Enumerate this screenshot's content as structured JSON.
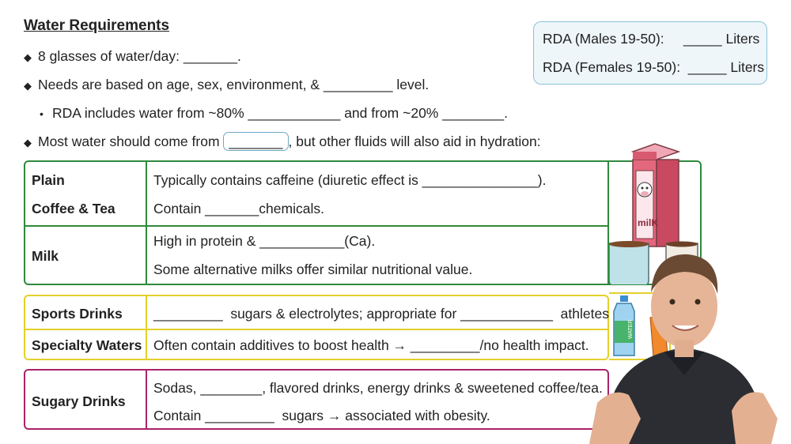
{
  "title": "Water Requirements",
  "bullets": [
    "8 glasses of water/day: _______.",
    "Needs are based on age, sex, environment, & _________ level.",
    "RDA includes water from ~80% ____________ and from ~20% ________.",
    "Most water should come from",
    "_______",
    ", but other fluids will also aid in hydration:"
  ],
  "rda": {
    "males": "RDA (Males 19-50):     _____ Liters",
    "females": "RDA (Females 19-50):  _____ Liters"
  },
  "table_green": {
    "row1_label_a": "Plain",
    "row1_label_b": "Coffee & Tea",
    "row1_line_a": "Typically contains caffeine (diuretic effect is _______________).",
    "row1_line_b": "Contain _______chemicals.",
    "row2_label": "Milk",
    "row2_line_a": "High in protein & ___________(Ca).",
    "row2_line_b": "Some alternative milks offer similar nutritional value."
  },
  "table_yellow": {
    "row1_label": "Sports Drinks",
    "row1_line": "_________  sugars & electrolytes; appropriate for ____________  athletes.",
    "row2_label": "Specialty Waters",
    "row2_line": "Often contain additives to boost health → _________/no health impact."
  },
  "table_pink": {
    "label": "Sugary Drinks",
    "line_a": "Sodas, ________, flavored drinks, energy drinks & sweetened coffee/tea.",
    "line_b": "Contain _________  sugars → associated with obesity."
  },
  "images": {
    "milk_carton_text": "milK",
    "water_bottle_text": "WATER"
  },
  "colors": {
    "green_border": "#2f8a3c",
    "yellow_border": "#e3d02a",
    "pink_border": "#a9236b",
    "rda_border": "#8cc3d9"
  }
}
